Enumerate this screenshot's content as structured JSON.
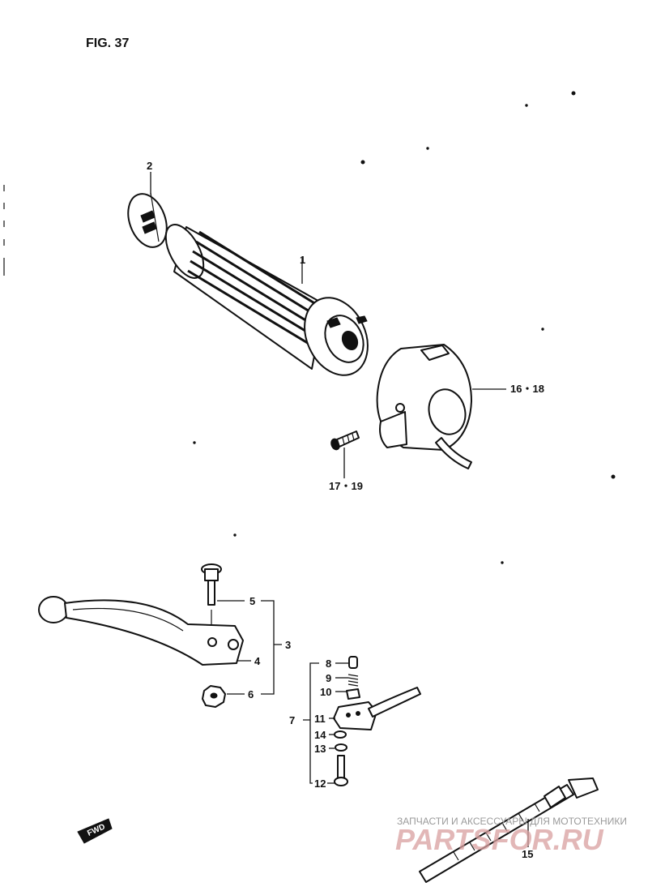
{
  "figure": {
    "title": "FIG. 37"
  },
  "callouts": {
    "grip": "1",
    "grip_end": "2",
    "lever_assy": "3",
    "lever": "4",
    "pivot_bolt": "5",
    "nut": "6",
    "adjuster_assy": "7",
    "p8": "8",
    "p9": "9",
    "p10": "10",
    "p11": "11",
    "p12": "12",
    "p13": "13",
    "p14": "14",
    "tie": "15",
    "holder": "16・18",
    "screw": "17・19"
  },
  "direction": {
    "fwd": "FWD"
  },
  "watermark": {
    "tagline": "ЗАПЧАСТИ И АКСЕССУАРЫ ДЛЯ МОТОТЕХНИКИ",
    "brand": "PARTSFOR.RU"
  }
}
